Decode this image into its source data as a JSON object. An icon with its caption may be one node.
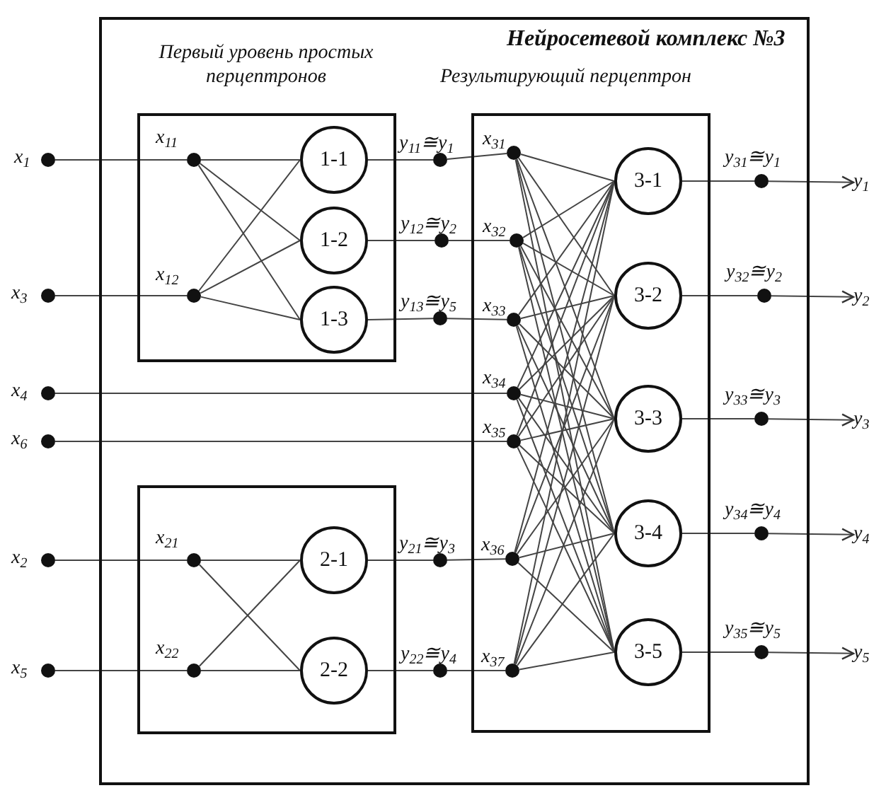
{
  "diagram": {
    "nodes": [
      {
        "text": [
          "Нейросетевой комплекс №3"
        ]
      },
      {
        "text": [
          "Первый уровень простых перцептронов"
        ],
        "in": 0
      },
      {
        "text": [],
        "shape": "box",
        "in": 0
      },
      {
        "text": [
          "Результирующий перцептрон"
        ],
        "in": 0
      },
      {
        "text": [],
        "shape": "circle",
        "beside": [
          "x$_{1}$"
        ]
      },
      {
        "text": [],
        "shape": "circle",
        "beside": [
          "x$_{3}$"
        ]
      },
      {
        "text": [],
        "shape": "circle",
        "beside": [
          "x$_{4}$"
        ]
      },
      {
        "text": [],
        "shape": "circle",
        "beside": [
          "x$_{6}$"
        ]
      },
      {
        "text": [],
        "shape": "circle",
        "beside": [
          "x$_{2}$"
        ]
      },
      {
        "text": [],
        "shape": "circle",
        "beside": [
          "x$_{5}$"
        ]
      },
      {
        "text": [],
        "shape": "circle",
        "beside": [
          "x$_{11}$"
        ],
        "in": 1
      },
      {
        "text": [],
        "shape": "circle",
        "beside": [
          "x$_{12}$"
        ],
        "in": 1
      },
      {
        "text": [
          "1-1"
        ],
        "in": 1
      },
      {
        "text": [
          "1-2"
        ],
        "in": 1
      },
      {
        "text": [
          "1-3"
        ],
        "in": 1
      },
      {
        "text": [],
        "shape": "circle",
        "beside": [
          "y$_{11}$≅y$_{1}$"
        ],
        "in": 0
      },
      {
        "text": [],
        "shape": "circle",
        "beside": [
          "y$_{12}$≅y$_{2}$"
        ],
        "in": 0
      },
      {
        "text": [],
        "shape": "circle",
        "beside": [
          "y$_{13}$≅y$_{5}$"
        ],
        "in": 0
      },
      {
        "text": [],
        "shape": "circle",
        "beside": [
          "x$_{21}$"
        ],
        "in": 2
      },
      {
        "text": [],
        "shape": "circle",
        "beside": [
          "x$_{22}$"
        ],
        "in": 2
      },
      {
        "text": [
          "2-1"
        ],
        "in": 2
      },
      {
        "text": [
          "2-2"
        ],
        "in": 2
      },
      {
        "text": [],
        "shape": "circle",
        "beside": [
          "y$_{21}$≅y$_{3}$"
        ],
        "in": 0
      },
      {
        "text": [],
        "shape": "circle",
        "beside": [
          "y$_{22}$≅y$_{4}$"
        ],
        "in": 0
      },
      {
        "text": [],
        "shape": "circle",
        "beside": [
          "x$_{31}$"
        ],
        "in": 3
      },
      {
        "text": [],
        "shape": "circle",
        "beside": [
          "x$_{32}$"
        ],
        "in": 3
      },
      {
        "text": [],
        "shape": "circle",
        "beside": [
          "x$_{33}$"
        ],
        "in": 3
      },
      {
        "text": [],
        "shape": "circle",
        "beside": [
          "x$_{34}$"
        ],
        "in": 3
      },
      {
        "text": [],
        "shape": "circle",
        "beside": [
          "x$_{35}$"
        ],
        "in": 3
      },
      {
        "text": [],
        "shape": "circle",
        "beside": [
          "x$_{36}$"
        ],
        "in": 3
      },
      {
        "text": [],
        "shape": "circle",
        "beside": [
          "x$_{37}$"
        ],
        "in": 3
      },
      {
        "text": [
          "3-1"
        ],
        "in": 3
      },
      {
        "text": [
          "3-2"
        ],
        "in": 3
      },
      {
        "text": [
          "3-3"
        ],
        "in": 3
      },
      {
        "text": [
          "3-4"
        ],
        "in": 3
      },
      {
        "text": [
          "3-5"
        ],
        "in": 3
      },
      {
        "text": [],
        "shape": "circle",
        "beside": [
          "y$_{31}$≅y$_{1}$"
        ],
        "in": 0
      },
      {
        "text": [],
        "shape": "circle",
        "beside": [
          "y$_{32}$≅y$_{2}$"
        ],
        "in": 0
      },
      {
        "text": [],
        "shape": "circle",
        "beside": [
          "y$_{33}$≅y$_{3}$"
        ],
        "in": 0
      },
      {
        "text": [],
        "shape": "circle",
        "beside": [
          "y$_{34}$≅y$_{4}$"
        ],
        "in": 0
      },
      {
        "text": [],
        "shape": "circle",
        "beside": [
          "y$_{35}$≅y$_{5}$"
        ],
        "in": 0
      },
      {
        "text": [
          "y$_{1}$"
        ]
      },
      {
        "text": [
          "y$_{2}$"
        ]
      },
      {
        "text": [
          "y$_{3}$"
        ]
      },
      {
        "text": [
          "y$_{4}$"
        ]
      },
      {
        "text": [
          "y$_{5}$"
        ]
      }
    ],
    "edges": [
      {
        "from": 4,
        "to": 10,
        "arrow": "none"
      },
      {
        "from": 5,
        "to": 11,
        "arrow": "none"
      },
      {
        "from": 10,
        "to": 12,
        "arrow": "none"
      },
      {
        "from": 10,
        "to": 13,
        "arrow": "none"
      },
      {
        "from": 10,
        "to": 14,
        "arrow": "none"
      },
      {
        "from": 11,
        "to": 12,
        "arrow": "none"
      },
      {
        "from": 11,
        "to": 13,
        "arrow": "none"
      },
      {
        "from": 11,
        "to": 14,
        "arrow": "none"
      },
      {
        "from": 12,
        "to": 15,
        "arrow": "none"
      },
      {
        "from": 13,
        "to": 16,
        "arrow": "none"
      },
      {
        "from": 14,
        "to": 17,
        "arrow": "none"
      },
      {
        "from": 15,
        "to": 24,
        "arrow": "none"
      },
      {
        "from": 16,
        "to": 25,
        "arrow": "none"
      },
      {
        "from": 17,
        "to": 26,
        "arrow": "none"
      },
      {
        "from": 6,
        "to": 27,
        "arrow": "none"
      },
      {
        "from": 7,
        "to": 28,
        "arrow": "none"
      },
      {
        "from": 8,
        "to": 18,
        "arrow": "none"
      },
      {
        "from": 9,
        "to": 19,
        "arrow": "none"
      },
      {
        "from": 18,
        "to": 20,
        "arrow": "none"
      },
      {
        "from": 18,
        "to": 21,
        "arrow": "none"
      },
      {
        "from": 19,
        "to": 20,
        "arrow": "none"
      },
      {
        "from": 19,
        "to": 21,
        "arrow": "none"
      },
      {
        "from": 20,
        "to": 22,
        "arrow": "none"
      },
      {
        "from": 21,
        "to": 23,
        "arrow": "none"
      },
      {
        "from": 22,
        "to": 29,
        "arrow": "none"
      },
      {
        "from": 23,
        "to": 30,
        "arrow": "none"
      },
      {
        "from": 24,
        "to": 31,
        "arrow": "none"
      },
      {
        "from": 24,
        "to": 32,
        "arrow": "none"
      },
      {
        "from": 24,
        "to": 33,
        "arrow": "none"
      },
      {
        "from": 24,
        "to": 34,
        "arrow": "none"
      },
      {
        "from": 24,
        "to": 35,
        "arrow": "none"
      },
      {
        "from": 25,
        "to": 31,
        "arrow": "none"
      },
      {
        "from": 25,
        "to": 32,
        "arrow": "none"
      },
      {
        "from": 25,
        "to": 33,
        "arrow": "none"
      },
      {
        "from": 25,
        "to": 34,
        "arrow": "none"
      },
      {
        "from": 25,
        "to": 35,
        "arrow": "none"
      },
      {
        "from": 26,
        "to": 31,
        "arrow": "none"
      },
      {
        "from": 26,
        "to": 32,
        "arrow": "none"
      },
      {
        "from": 26,
        "to": 33,
        "arrow": "none"
      },
      {
        "from": 26,
        "to": 34,
        "arrow": "none"
      },
      {
        "from": 26,
        "to": 35,
        "arrow": "none"
      },
      {
        "from": 27,
        "to": 31,
        "arrow": "none"
      },
      {
        "from": 27,
        "to": 32,
        "arrow": "none"
      },
      {
        "from": 27,
        "to": 33,
        "arrow": "none"
      },
      {
        "from": 27,
        "to": 34,
        "arrow": "none"
      },
      {
        "from": 27,
        "to": 35,
        "arrow": "none"
      },
      {
        "from": 28,
        "to": 31,
        "arrow": "none"
      },
      {
        "from": 28,
        "to": 32,
        "arrow": "none"
      },
      {
        "from": 28,
        "to": 33,
        "arrow": "none"
      },
      {
        "from": 28,
        "to": 34,
        "arrow": "none"
      },
      {
        "from": 28,
        "to": 35,
        "arrow": "none"
      },
      {
        "from": 29,
        "to": 31,
        "arrow": "none"
      },
      {
        "from": 29,
        "to": 32,
        "arrow": "none"
      },
      {
        "from": 29,
        "to": 33,
        "arrow": "none"
      },
      {
        "from": 29,
        "to": 34,
        "arrow": "none"
      },
      {
        "from": 29,
        "to": 35,
        "arrow": "none"
      },
      {
        "from": 30,
        "to": 31,
        "arrow": "none"
      },
      {
        "from": 30,
        "to": 32,
        "arrow": "none"
      },
      {
        "from": 30,
        "to": 33,
        "arrow": "none"
      },
      {
        "from": 30,
        "to": 34,
        "arrow": "none"
      },
      {
        "from": 30,
        "to": 35,
        "arrow": "none"
      },
      {
        "from": 31,
        "to": 36,
        "arrow": "none"
      },
      {
        "from": 32,
        "to": 37,
        "arrow": "none"
      },
      {
        "from": 33,
        "to": 38,
        "arrow": "none"
      },
      {
        "from": 34,
        "to": 39,
        "arrow": "none"
      },
      {
        "from": 35,
        "to": 40,
        "arrow": "none"
      },
      {
        "from": 36,
        "to": 41,
        "arrow": "to"
      },
      {
        "from": 37,
        "to": 42,
        "arrow": "to"
      },
      {
        "from": 38,
        "to": 43,
        "arrow": "to"
      },
      {
        "from": 39,
        "to": 44,
        "arrow": "to"
      },
      {
        "from": 40,
        "to": 45,
        "arrow": "to"
      }
    ]
  }
}
